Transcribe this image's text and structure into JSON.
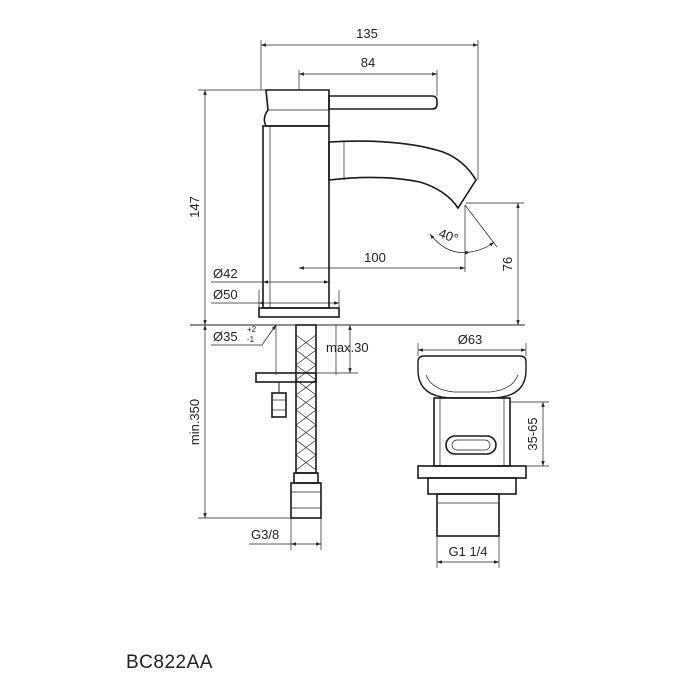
{
  "drawing": {
    "model_code": "BC822AA",
    "dimensions": {
      "overall_width": "135",
      "handle_length": "84",
      "height": "147",
      "spout_reach": "100",
      "spout_height": "76",
      "angle": "40°",
      "body_diameter": "Ø42",
      "base_diameter": "Ø50",
      "hole_diameter": "Ø35",
      "hole_tol_plus": "+2",
      "hole_tol_minus": "-1",
      "max_deck": "max.30",
      "min_hose": "min.350",
      "hose_thread": "G3/8",
      "waste_diameter": "Ø63",
      "waste_range": "35-65",
      "waste_thread": "G1 1/4"
    }
  }
}
